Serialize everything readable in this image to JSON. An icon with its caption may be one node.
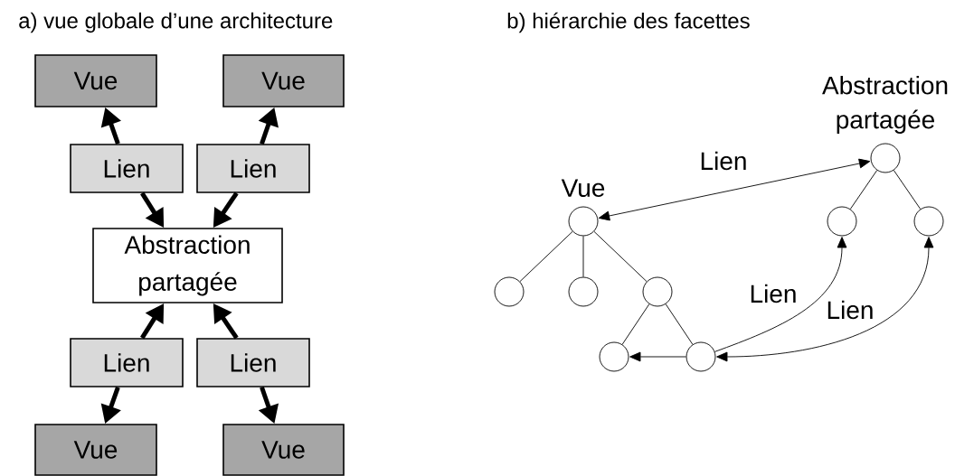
{
  "diagram": {
    "nodes": [
      {
        "text": [
          "Vue"
        ]
      },
      {
        "text": [
          "Vue"
        ]
      },
      {
        "text": [
          "Lien"
        ]
      },
      {
        "text": [
          "Lien"
        ]
      },
      {
        "text": [
          "Abstraction partagée"
        ]
      },
      {
        "text": [
          "Lien"
        ]
      },
      {
        "text": [
          "Lien"
        ]
      },
      {
        "text": [
          "Vue"
        ]
      },
      {
        "text": [
          "Vue"
        ]
      },
      {
        "text": [
          "Abstraction partagée"
        ]
      },
      {
        "text": [
          "Vue"
        ]
      },
      {
        "text": [],
        "shape": "circle"
      },
      {
        "text": [],
        "shape": "circle"
      },
      {
        "text": [],
        "shape": "circle"
      },
      {
        "text": [],
        "shape": "circle"
      },
      {
        "text": [],
        "shape": "circle"
      },
      {
        "text": [],
        "shape": "circle"
      },
      {
        "text": [],
        "shape": "circle"
      }
    ],
    "edges": [
      {
        "from": 2,
        "to": 0,
        "arrow": "to",
        "style": "thick"
      },
      {
        "from": 3,
        "to": 1,
        "arrow": "to",
        "style": "thick"
      },
      {
        "from": 2,
        "to": 4,
        "arrow": "to",
        "style": "thick"
      },
      {
        "from": 3,
        "to": 4,
        "arrow": "to",
        "style": "thick"
      },
      {
        "from": 5,
        "to": 4,
        "arrow": "to",
        "style": "thick"
      },
      {
        "from": 6,
        "to": 4,
        "arrow": "to",
        "style": "thick"
      },
      {
        "from": 5,
        "to": 7,
        "arrow": "to",
        "style": "thick"
      },
      {
        "from": 6,
        "to": 8,
        "arrow": "to",
        "style": "thick"
      },
      {
        "from": 10,
        "to": 9,
        "arrow": "both",
        "label": "Lien"
      },
      {
        "from": 9,
        "to": 11,
        "arrow": "none"
      },
      {
        "from": 9,
        "to": 12,
        "arrow": "none"
      },
      {
        "from": 10,
        "to": 13,
        "arrow": "none"
      },
      {
        "from": 10,
        "to": 14,
        "arrow": "none"
      },
      {
        "from": 10,
        "to": 15,
        "arrow": "none"
      },
      {
        "from": 15,
        "to": 16,
        "arrow": "none"
      },
      {
        "from": 15,
        "to": 17,
        "arrow": "none"
      },
      {
        "from": 17,
        "to": 11,
        "arrow": "to",
        "label": "Lien"
      },
      {
        "from": 12,
        "to": 17,
        "arrow": "both",
        "label": "Lien"
      },
      {
        "from": 17,
        "to": 16,
        "arrow": "to"
      }
    ],
    "labels": [
      "a) vue globale d’une architecture",
      "b) hiérarchie des facettes"
    ]
  }
}
